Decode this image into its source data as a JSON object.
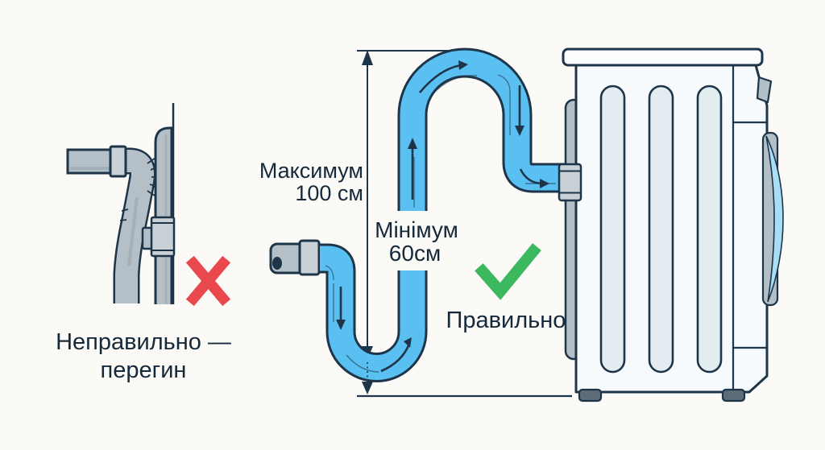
{
  "colors": {
    "background": "#fbfaf7",
    "outline": "#1d3449",
    "text": "#15293a",
    "hose_blue": "#59c0f1",
    "pipe_gray": "#b5bfc7",
    "pipe_gray_light": "#c9d1d7",
    "pipe_gray_shade": "#94a2ac",
    "machine_body": "#f6fafc",
    "machine_lid": "#fbfdfe",
    "machine_vent": "#e3edf1",
    "machine_side_gray": "#b3bfc7",
    "door_glass": "#a9dcf5",
    "foot_gray": "#5c6c78",
    "cross_red": "#e9494d",
    "check_green": "#3cb95f"
  },
  "wrong_example": {
    "caption_line1": "Неправильно —",
    "caption_line2": "перегин"
  },
  "correct_example": {
    "max_label_line1": "Максимум",
    "max_label_line2": "100 см",
    "min_label_line1": "Мінімум",
    "min_label_line2": "60см",
    "caption": "Правильно"
  }
}
